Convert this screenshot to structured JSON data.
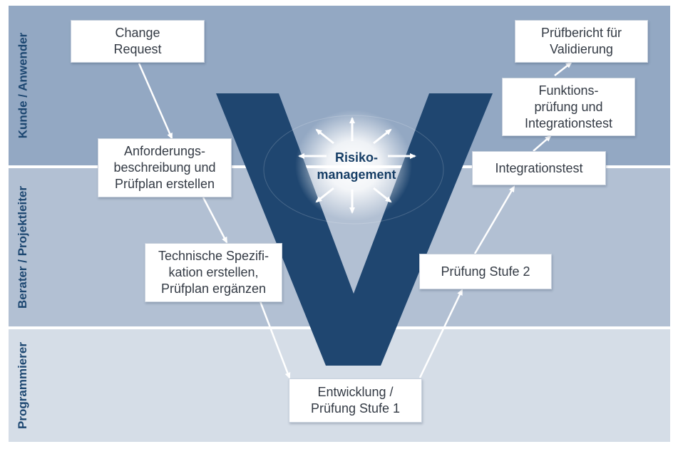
{
  "lanes": [
    {
      "label": "Kunde / Anwender",
      "color": "#93a8c3"
    },
    {
      "label": "Berater / Projektleiter",
      "color": "#b2c0d3"
    },
    {
      "label": "Programmierer",
      "color": "#d5dde7"
    }
  ],
  "center": {
    "label": "Risiko-\nmanagement"
  },
  "boxes": {
    "change_request": "Change\nRequest",
    "anforderung": "Anforderungs-\nbeschreibung und\nPrüfplan erstellen",
    "spezifikation": "Technische Spezifi-\nkation erstellen,\nPrüfplan ergänzen",
    "entwicklung": "Entwicklung /\nPrüfung Stufe 1",
    "pruefung2": "Prüfung Stufe 2",
    "integrationstest": "Integrationstest",
    "funktionspruefung": "Funktions-\nprüfung und\nIntegrationstest",
    "pruefbericht": "Prüfbericht für\nValidierung"
  },
  "colors": {
    "v_shape": "#1f4670",
    "arrow": "#ffffff",
    "label_text": "#1d4771"
  }
}
